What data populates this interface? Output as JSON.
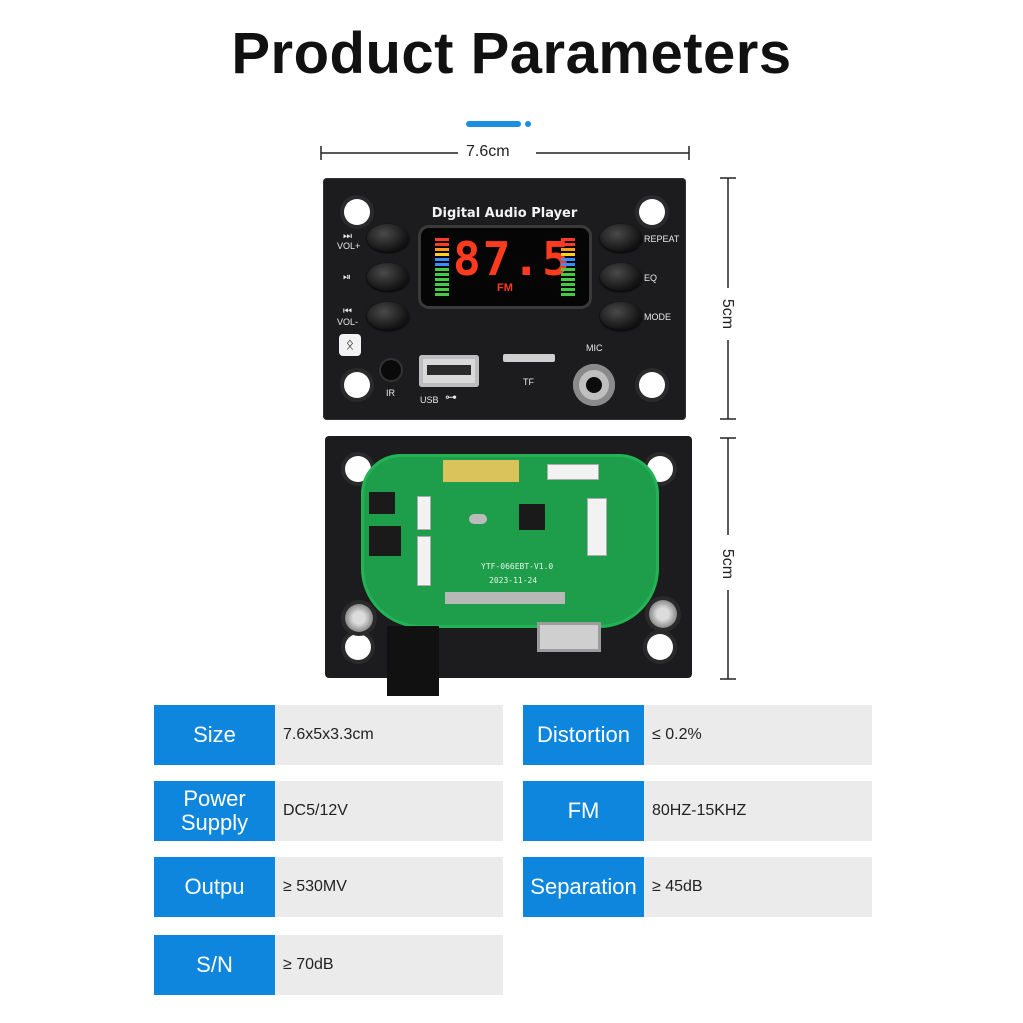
{
  "title": "Product Parameters",
  "dimensions": {
    "width": "7.6cm",
    "height_front": "5cm",
    "height_back": "5cm"
  },
  "front_panel": {
    "title": "Digital Audio Player",
    "display_digits": "87.5",
    "display_mode": "FM",
    "left_labels": [
      "VOL+",
      "VOL-"
    ],
    "left_icons": [
      "next-track-icon",
      "play-pause-icon",
      "prev-track-icon",
      "bluetooth-icon"
    ],
    "right_labels": [
      "REPEAT",
      "EQ",
      "MODE"
    ],
    "port_labels": {
      "ir": "IR",
      "usb": "USB",
      "tf": "TF",
      "mic": "MIC"
    }
  },
  "board": {
    "model": "YTF-066EBT-V1.0",
    "date": "2023-11-24"
  },
  "specs": [
    {
      "key": "Size",
      "value": "7.6x5x3.3cm"
    },
    {
      "key": "Distortion",
      "value": "≤ 0.2%"
    },
    {
      "key": "Power Supply",
      "value": "DC5/12V"
    },
    {
      "key": "FM",
      "value": "80HZ-15KHZ"
    },
    {
      "key": "Outpu",
      "value": "≥ 530MV"
    },
    {
      "key": "Separation",
      "value": "≥ 45dB"
    },
    {
      "key": "S/N",
      "value": "≥ 70dB"
    }
  ],
  "colors": {
    "accent": "#0e86de",
    "value_bg": "#ebebeb",
    "display_red": "#ff3b1f"
  }
}
